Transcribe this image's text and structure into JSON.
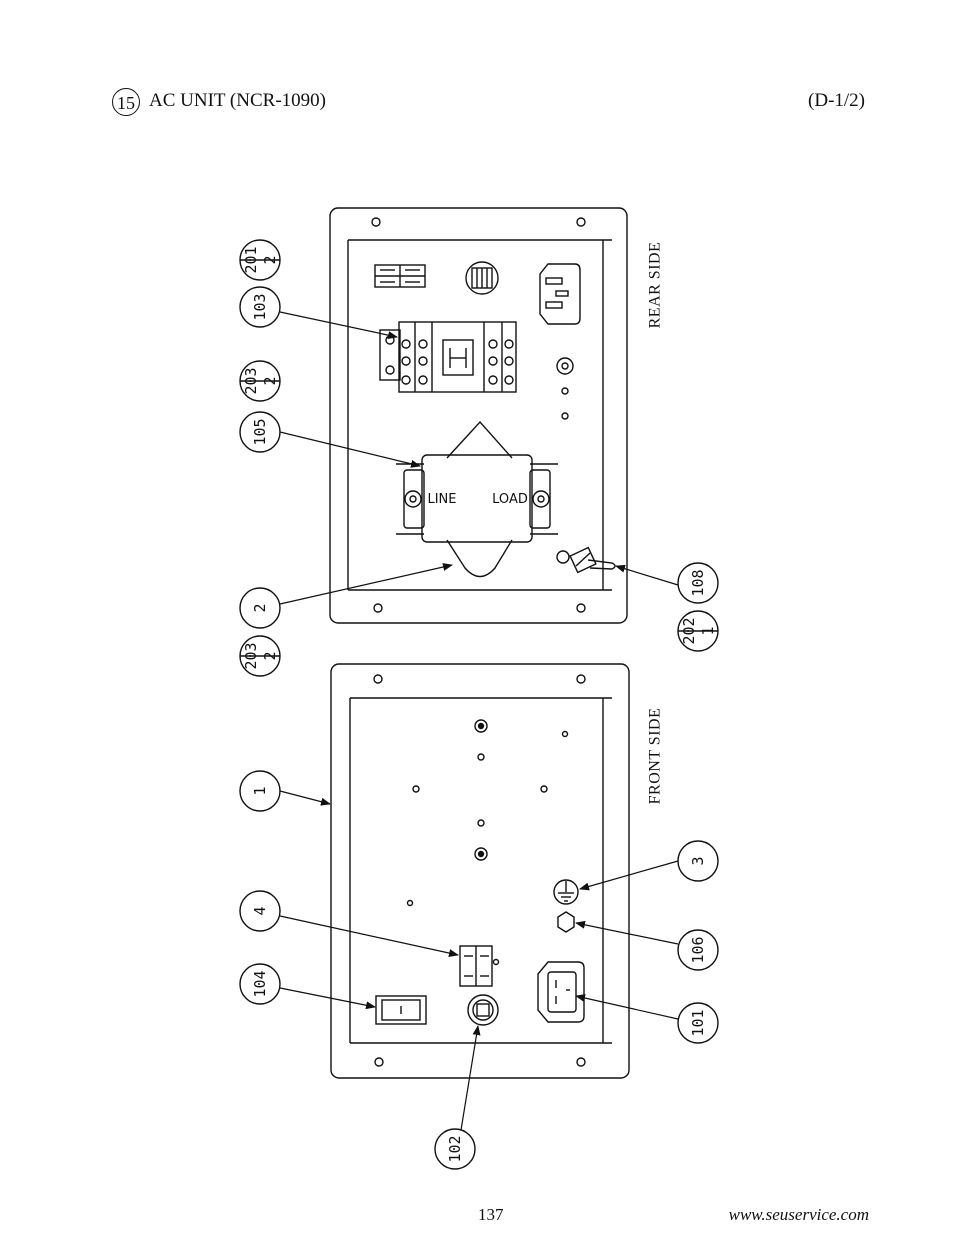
{
  "header": {
    "section_number": "15",
    "title": "AC UNIT (NCR-1090)",
    "page_code": "(D-1/2)"
  },
  "panels": {
    "rear": {
      "label": "REAR SIDE",
      "filter_line_label": "LINE",
      "filter_load_label": "LOAD"
    },
    "front": {
      "label": "FRONT SIDE"
    }
  },
  "callouts": [
    {
      "id": "c201",
      "top": "201",
      "bottom": "2"
    },
    {
      "id": "c103",
      "text": "103"
    },
    {
      "id": "c203a",
      "top": "203",
      "bottom": "2"
    },
    {
      "id": "c105",
      "text": "105"
    },
    {
      "id": "c2",
      "text": "2"
    },
    {
      "id": "c203b",
      "top": "203",
      "bottom": "2"
    },
    {
      "id": "c108",
      "text": "108"
    },
    {
      "id": "c202",
      "top": "202",
      "bottom": "1"
    },
    {
      "id": "c1",
      "text": "1"
    },
    {
      "id": "c4",
      "text": "4"
    },
    {
      "id": "c104",
      "text": "104"
    },
    {
      "id": "c102",
      "text": "102"
    },
    {
      "id": "c3",
      "text": "3"
    },
    {
      "id": "c106",
      "text": "106"
    },
    {
      "id": "c101",
      "text": "101"
    }
  ],
  "footer": {
    "page_number": "137",
    "website": "www.seuservice.com"
  }
}
